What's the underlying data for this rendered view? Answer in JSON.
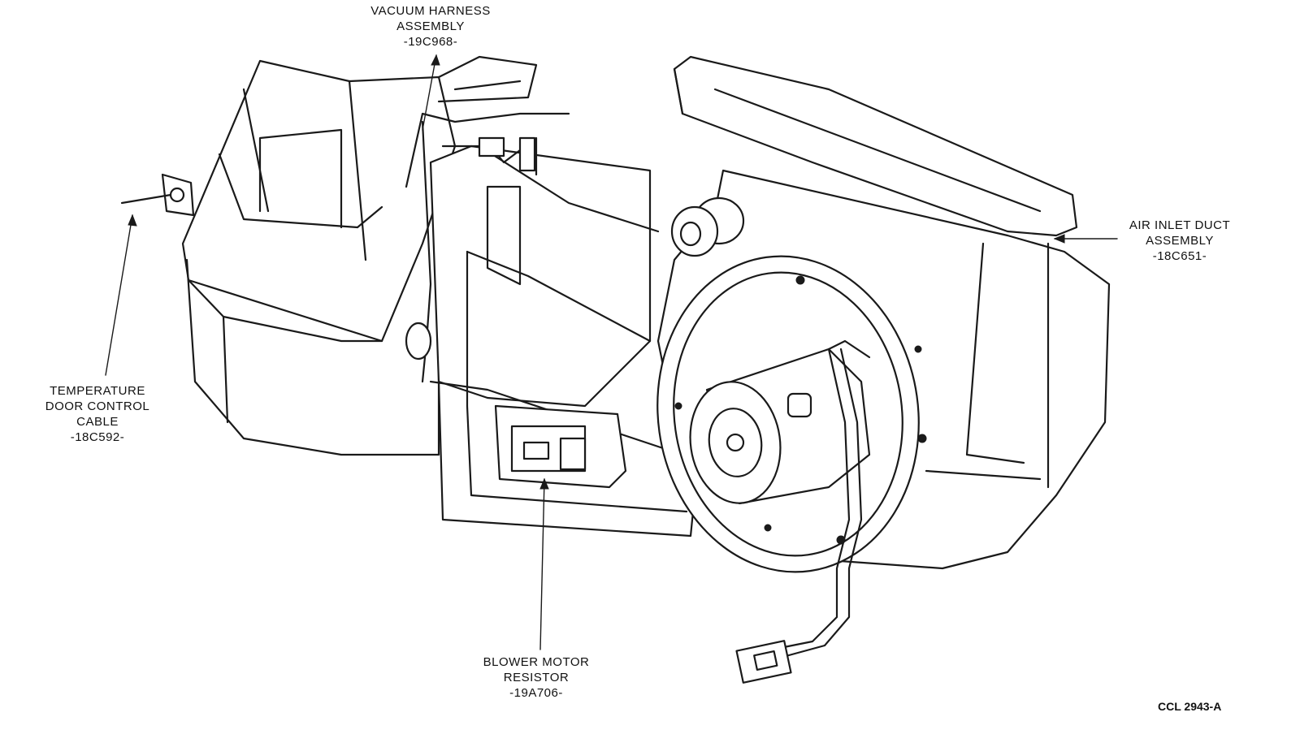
{
  "callouts": {
    "vacuum_harness": {
      "line1": "VACUUM HARNESS",
      "line2": "ASSEMBLY",
      "part": "-19C968-"
    },
    "air_inlet": {
      "line1": "AIR INLET DUCT",
      "line2": "ASSEMBLY",
      "part": "-18C651-"
    },
    "temp_cable": {
      "line1": "TEMPERATURE",
      "line2": "DOOR CONTROL",
      "line3": "CABLE",
      "part": "-18C592-"
    },
    "blower_resistor": {
      "line1": "BLOWER MOTOR",
      "line2": "RESISTOR",
      "part": "-19A706-"
    }
  },
  "figure_id": "CCL 2943-A"
}
